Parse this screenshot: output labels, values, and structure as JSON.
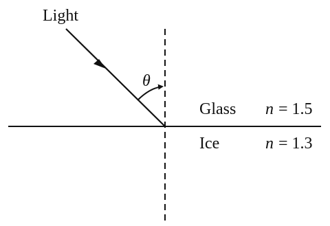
{
  "diagram": {
    "ray_label": "Light",
    "angle_label": "θ",
    "upper_medium": {
      "name": "Glass",
      "n_symbol": "n",
      "n_value": "= 1.5"
    },
    "lower_medium": {
      "name": "Ice",
      "n_symbol": "n",
      "n_value": "= 1.3"
    },
    "colors": {
      "ink": "#111111",
      "background": "#ffffff"
    }
  }
}
